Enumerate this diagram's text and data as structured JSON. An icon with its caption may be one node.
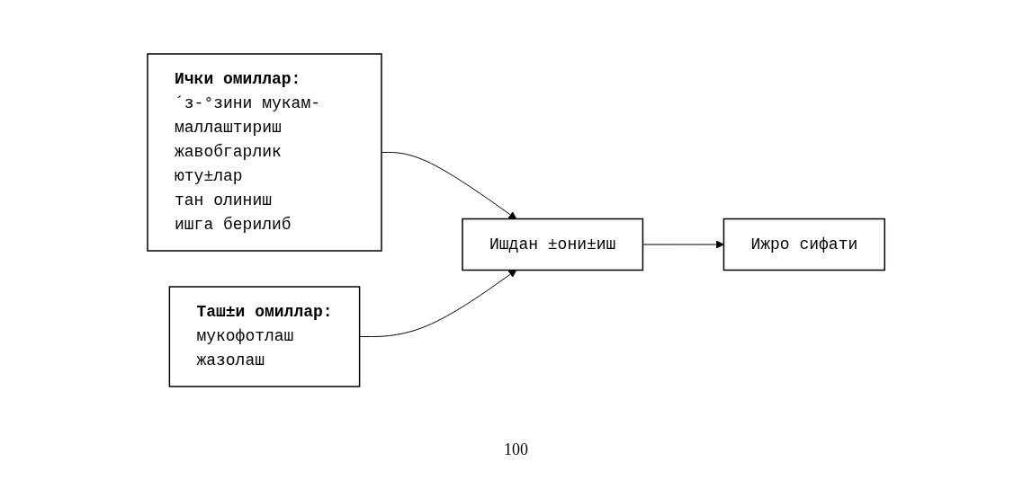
{
  "diagram": {
    "nodes": [
      {
        "text": [
          "Ички омиллар:",
          "´з-°зини мукам- маллаштириш",
          "жавобгарлик",
          "юту±лар",
          "тан олиниш",
          "ишга берилиб"
        ]
      },
      {
        "text": [
          "Таш±и омиллар:",
          "мукофотлаш",
          "жазолаш"
        ]
      },
      {
        "text": [
          "Ишдан ±они±иш"
        ]
      },
      {
        "text": [
          "Ижро сифати"
        ]
      }
    ],
    "edges": [
      {
        "from": 0,
        "to": 2,
        "arrow": "to"
      },
      {
        "from": 1,
        "to": 2,
        "arrow": "to"
      },
      {
        "from": 2,
        "to": 3,
        "arrow": "to"
      }
    ],
    "labels": [
      "100"
    ]
  }
}
